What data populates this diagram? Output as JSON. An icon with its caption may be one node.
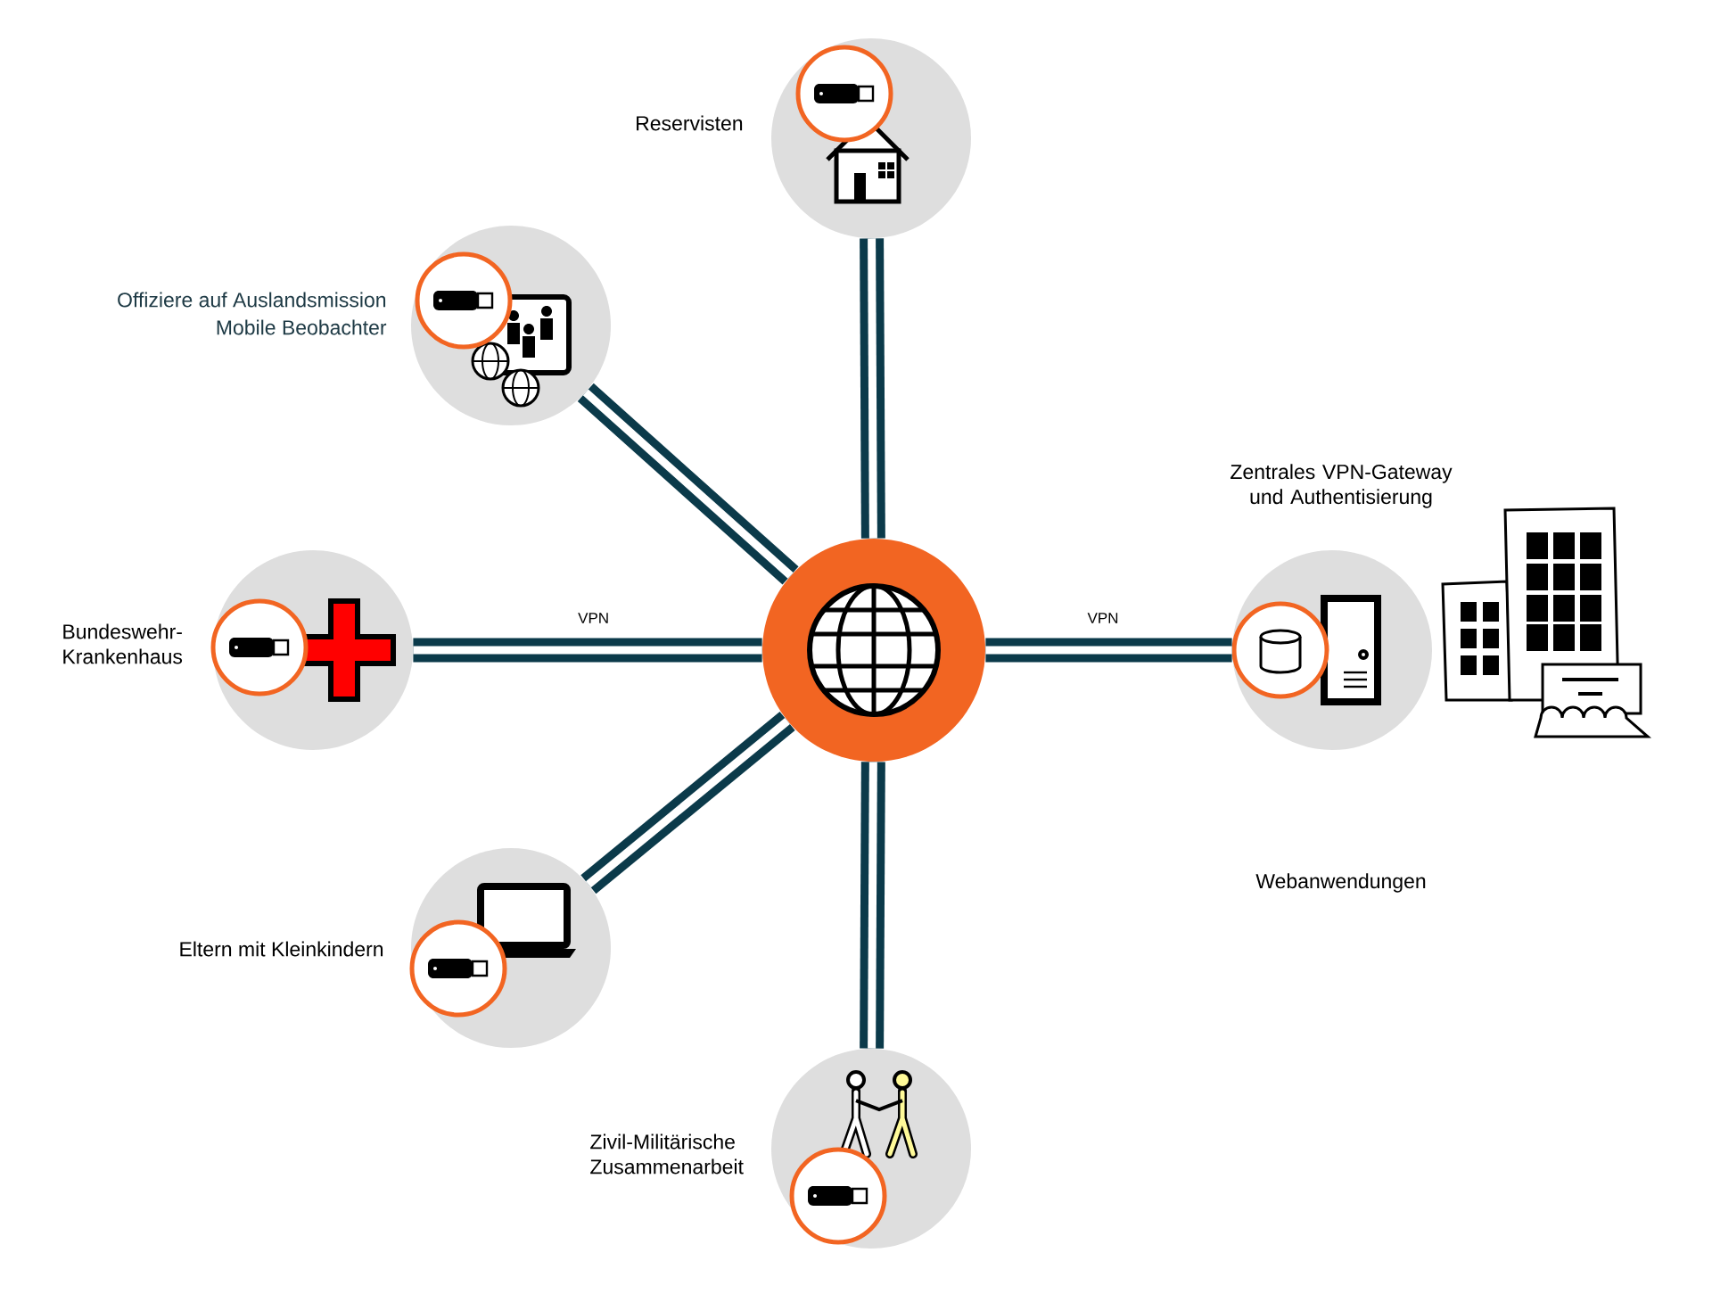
{
  "diagram": {
    "nodes": [
      {
        "text": [],
        "shape": "circle"
      },
      {
        "text": [
          "Reservisten"
        ]
      },
      {
        "text": [
          "Offiziere auf Auslandsmission",
          "Mobile Beobachter"
        ]
      },
      {
        "text": [
          "Bundeswehr-Krankenhaus"
        ]
      },
      {
        "text": [
          "Eltern mit Kleinkindern"
        ]
      },
      {
        "text": [
          "Zivil-Militärische Zusammenarbeit"
        ]
      },
      {
        "text": [
          "Zentrales VPN-Gateway und Authentisierung",
          "Webanwendungen"
        ]
      }
    ],
    "edges": [
      {
        "from": 0,
        "to": 1,
        "arrow": "none"
      },
      {
        "from": 0,
        "to": 2,
        "arrow": "none"
      },
      {
        "from": 0,
        "to": 3,
        "arrow": "none",
        "label": "VPN"
      },
      {
        "from": 0,
        "to": 4,
        "arrow": "none"
      },
      {
        "from": 0,
        "to": 5,
        "arrow": "none"
      },
      {
        "from": 0,
        "to": 6,
        "arrow": "none",
        "label": "VPN"
      }
    ]
  }
}
